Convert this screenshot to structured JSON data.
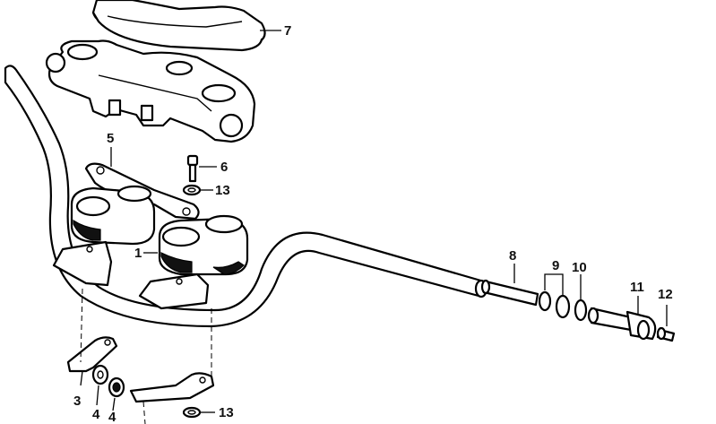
{
  "diagram": {
    "callouts": [
      {
        "id": "c7",
        "text": "7"
      },
      {
        "id": "c5",
        "text": "5"
      },
      {
        "id": "c6",
        "text": "6"
      },
      {
        "id": "c13a",
        "text": "13"
      },
      {
        "id": "c1",
        "text": "1"
      },
      {
        "id": "c8",
        "text": "8"
      },
      {
        "id": "c9",
        "text": "9"
      },
      {
        "id": "c10",
        "text": "10"
      },
      {
        "id": "c11",
        "text": "11"
      },
      {
        "id": "c12",
        "text": "12"
      },
      {
        "id": "c3",
        "text": "3"
      },
      {
        "id": "c4a",
        "text": "4"
      },
      {
        "id": "c4b",
        "text": "4"
      },
      {
        "id": "c13b",
        "text": "13"
      }
    ]
  }
}
